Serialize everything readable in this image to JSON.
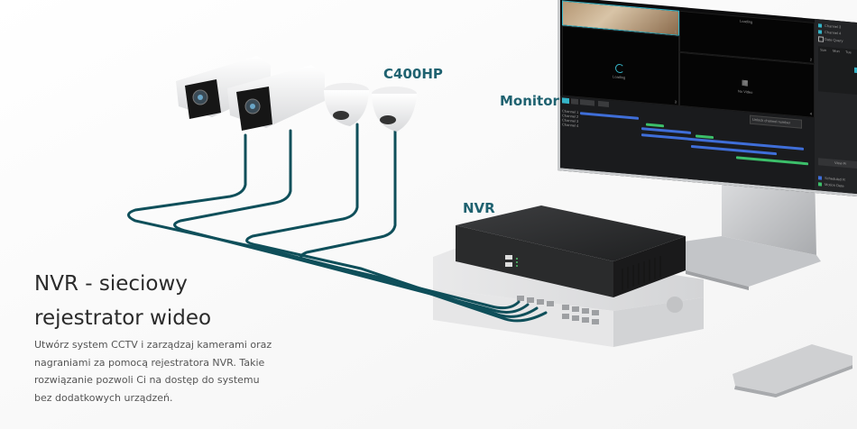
{
  "hero": {
    "title_line1": "NVR - sieciowy",
    "title_line2": "rejestrator wideo",
    "description": "Utwórz system CCTV i zarządzaj kamerami oraz nagraniami za pomocą rejestratora NVR. Takie rozwiązanie pozwoli Ci na dostęp do systemu bez dodatkowych urządzeń."
  },
  "labels": {
    "camera": "C400HP",
    "monitor": "Monitor",
    "nvr": "NVR"
  },
  "monitor_ui": {
    "tiles": [
      {
        "index": "1",
        "status": ""
      },
      {
        "index": "2",
        "status": "Loading"
      },
      {
        "index": "3",
        "status": "Loading"
      },
      {
        "index": "4",
        "status": "No Video"
      }
    ],
    "channels": [
      "Channel 1",
      "Channel 2",
      "Channel 3",
      "Channel 4"
    ],
    "date_query": "Date Query",
    "calendar_header": [
      "Sun",
      "Mon",
      "Tue"
    ],
    "view_button": "View Fi",
    "legend": [
      "Scheduled R",
      "Motion Dete"
    ],
    "unlock_button": "Unlock channel number"
  },
  "colors": {
    "brand_teal": "#1f6270",
    "cable": "#0f4f5a",
    "timeline_blue": "#3f6ed8",
    "timeline_green": "#3cbf6a",
    "highlight_cyan": "#35b4c7"
  }
}
